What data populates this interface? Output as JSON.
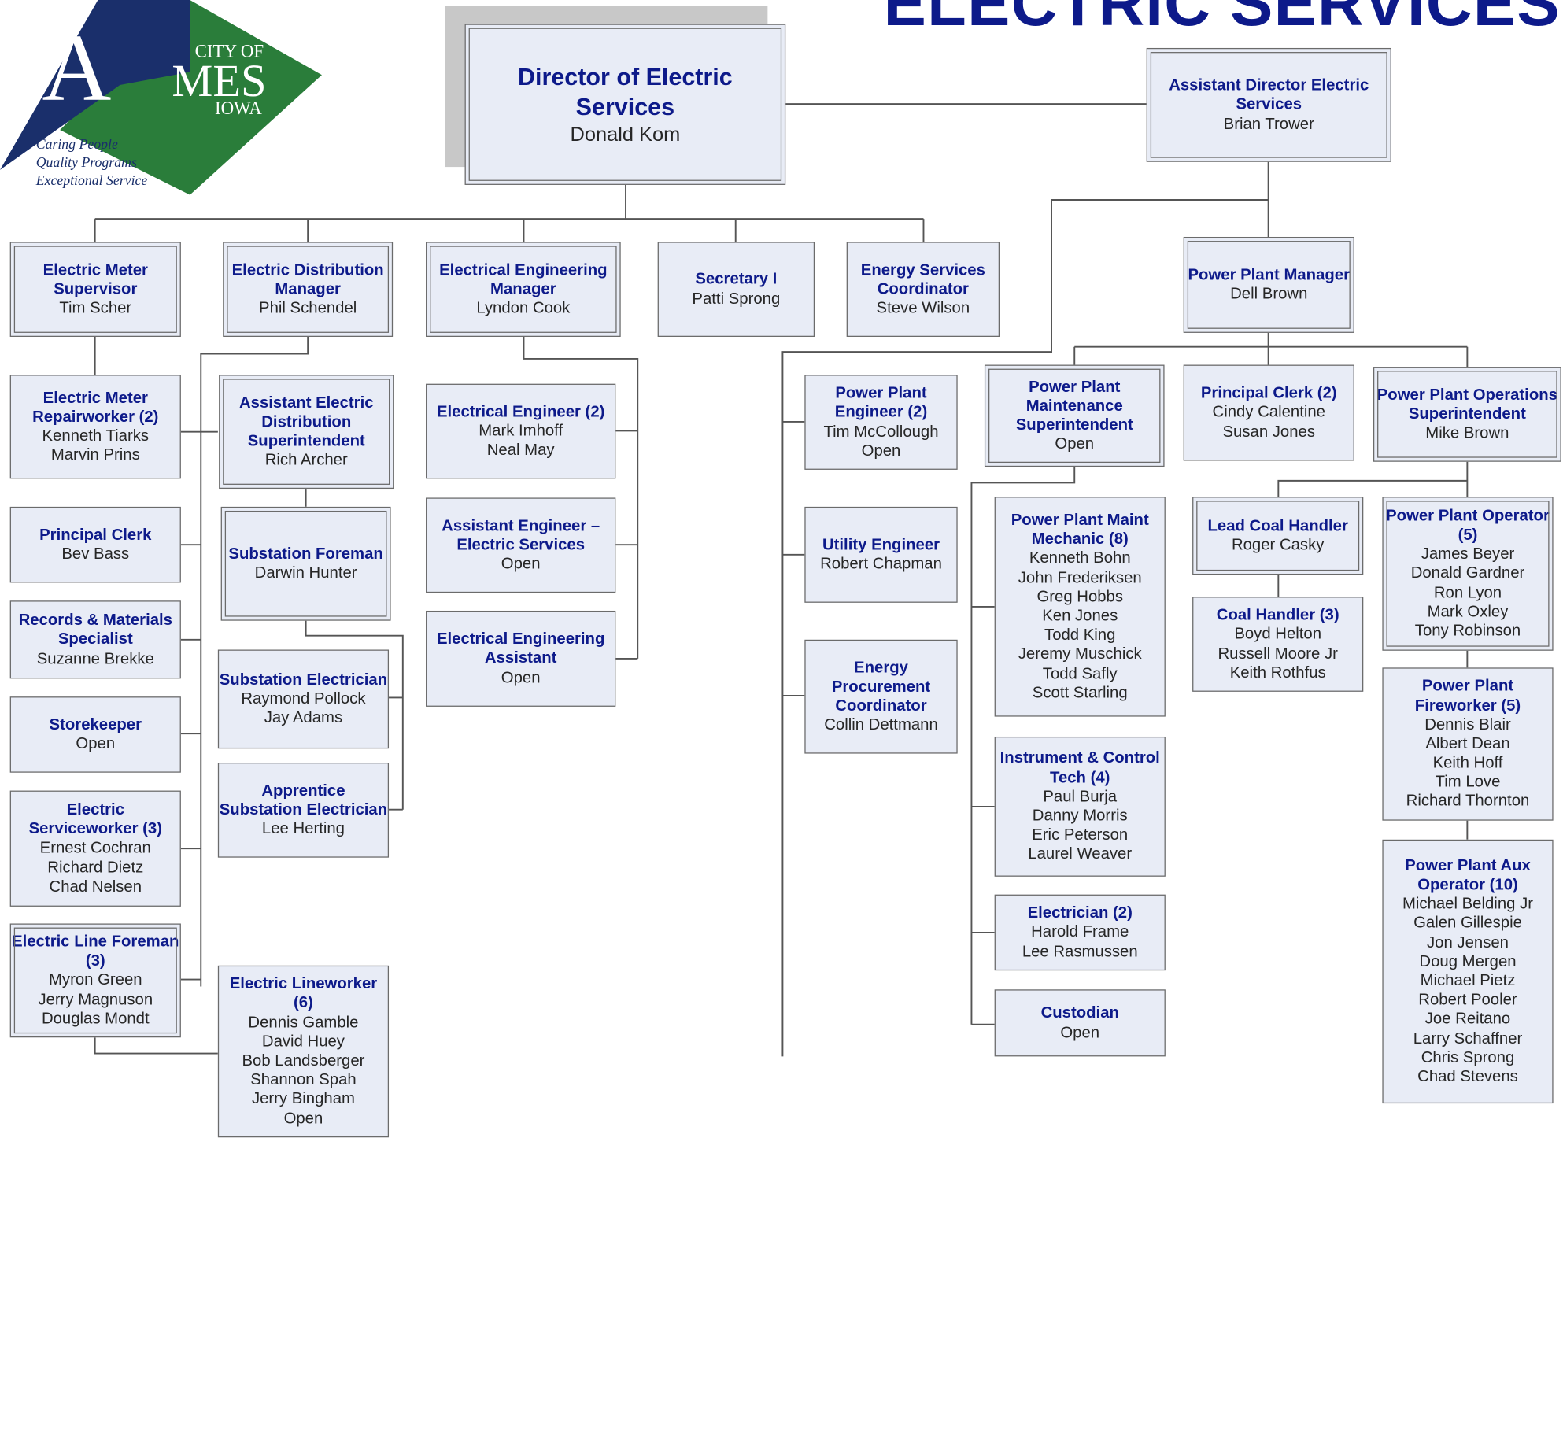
{
  "header": {
    "title": "ELECTRIC SERVICES",
    "logo": {
      "line1": "CITY OF",
      "letters": "AMES",
      "line2": "IOWA",
      "tagline": [
        "Caring People",
        "Quality Programs",
        "Exceptional Service"
      ],
      "colors": {
        "navy": "#1a2f6b",
        "green": "#2a7d3a"
      }
    }
  },
  "colors": {
    "box_fill": "#e8ecf6",
    "title_text": "#0d1a8a",
    "border": "#6b6b6b",
    "connector": "#555555"
  },
  "nodes": {
    "director": {
      "title": "Director of Electric Services",
      "names": [
        "Donald Kom"
      ]
    },
    "asst_director": {
      "title": "Assistant Director Electric Services",
      "names": [
        "Brian Trower"
      ]
    },
    "meter_supervisor": {
      "title": "Electric Meter Supervisor",
      "names": [
        "Tim Scher"
      ]
    },
    "dist_manager": {
      "title": "Electric Distribution Manager",
      "names": [
        "Phil Schendel"
      ]
    },
    "eng_manager": {
      "title": "Electrical Engineering Manager",
      "names": [
        "Lyndon Cook"
      ]
    },
    "secretary": {
      "title": "Secretary I",
      "names": [
        "Patti Sprong"
      ]
    },
    "energy_services": {
      "title": "Energy Services Coordinator",
      "names": [
        "Steve Wilson"
      ]
    },
    "pp_manager": {
      "title": "Power Plant Manager",
      "names": [
        "Dell Brown"
      ]
    },
    "meter_repair": {
      "title": "Electric Meter Repairworker (2)",
      "names": [
        "Kenneth Tiarks",
        "Marvin Prins"
      ]
    },
    "principal_clerk_left": {
      "title": "Principal Clerk",
      "names": [
        "Bev Bass"
      ]
    },
    "records": {
      "title": "Records & Materials Specialist",
      "names": [
        "Suzanne Brekke"
      ]
    },
    "storekeeper": {
      "title": "Storekeeper",
      "names": [
        "Open"
      ]
    },
    "serviceworker": {
      "title": "Electric Serviceworker (3)",
      "names": [
        "Ernest Cochran",
        "Richard Dietz",
        "Chad Nelsen"
      ]
    },
    "line_foreman": {
      "title": "Electric Line Foreman (3)",
      "names": [
        "Myron Green",
        "Jerry Magnuson",
        "Douglas Mondt"
      ]
    },
    "asst_dist_super": {
      "title": "Assistant Electric Distribution Superintendent",
      "names": [
        "Rich Archer"
      ]
    },
    "substation_foreman": {
      "title": "Substation Foreman",
      "names": [
        "Darwin Hunter"
      ]
    },
    "substation_electrician": {
      "title": "Substation Electrician",
      "names": [
        "Raymond Pollock",
        "Jay Adams"
      ]
    },
    "apprentice": {
      "title": "Apprentice Substation Electrician",
      "names": [
        "Lee Herting"
      ]
    },
    "lineworker": {
      "title": "Electric Lineworker (6)",
      "names": [
        "Dennis Gamble",
        "David Huey",
        "Bob Landsberger",
        "Shannon Spah",
        "Jerry Bingham",
        "Open"
      ]
    },
    "elec_engineer": {
      "title": "Electrical Engineer (2)",
      "names": [
        "Mark Imhoff",
        "Neal May"
      ]
    },
    "asst_engineer": {
      "title": "Assistant Engineer – Electric Services",
      "names": [
        "Open"
      ]
    },
    "eng_assistant": {
      "title": "Electrical Engineering Assistant",
      "names": [
        "Open"
      ]
    },
    "pp_engineer": {
      "title": "Power Plant Engineer (2)",
      "names": [
        "Tim McCollough",
        "Open"
      ]
    },
    "utility_engineer": {
      "title": "Utility Engineer",
      "names": [
        "Robert Chapman"
      ]
    },
    "energy_procurement": {
      "title": "Energy Procurement Coordinator",
      "names": [
        "Collin Dettmann"
      ]
    },
    "pp_maint_super": {
      "title": "Power Plant Maintenance Superintendent",
      "names": [
        "Open"
      ]
    },
    "principal_clerk_right": {
      "title": "Principal Clerk (2)",
      "names": [
        "Cindy Calentine",
        "Susan Jones"
      ]
    },
    "pp_ops_super": {
      "title": "Power Plant Operations Superintendent",
      "names": [
        "Mike Brown"
      ]
    },
    "pp_maint_mechanic": {
      "title": "Power Plant Maint Mechanic (8)",
      "names": [
        "Kenneth Bohn",
        "John Frederiksen",
        "Greg Hobbs",
        "Ken Jones",
        "Todd King",
        "Jeremy Muschick",
        "Todd Safly",
        "Scott Starling"
      ]
    },
    "ic_tech": {
      "title": "Instrument & Control Tech (4)",
      "names": [
        "Paul Burja",
        "Danny Morris",
        "Eric Peterson",
        "Laurel Weaver"
      ]
    },
    "electrician": {
      "title": "Electrician (2)",
      "names": [
        "Harold Frame",
        "Lee Rasmussen"
      ]
    },
    "custodian": {
      "title": "Custodian",
      "names": [
        "Open"
      ]
    },
    "lead_coal": {
      "title": "Lead Coal Handler",
      "names": [
        "Roger Casky"
      ]
    },
    "coal_handler": {
      "title": "Coal Handler (3)",
      "names": [
        "Boyd Helton",
        "Russell Moore Jr",
        "Keith Rothfus"
      ]
    },
    "pp_operator": {
      "title": "Power Plant Operator (5)",
      "names": [
        "James Beyer",
        "Donald Gardner",
        "Ron Lyon",
        "Mark Oxley",
        "Tony Robinson"
      ]
    },
    "pp_fireworker": {
      "title": "Power Plant Fireworker (5)",
      "names": [
        "Dennis Blair",
        "Albert Dean",
        "Keith Hoff",
        "Tim Love",
        "Richard Thornton"
      ]
    },
    "pp_aux": {
      "title": "Power Plant Aux Operator (10)",
      "names": [
        "Michael Belding Jr",
        "Galen Gillespie",
        "Jon Jensen",
        "Doug Mergen",
        "Michael Pietz",
        "Robert Pooler",
        "Joe Reitano",
        "Larry Schaffner",
        "Chris Sprong",
        "Chad Stevens"
      ]
    }
  }
}
